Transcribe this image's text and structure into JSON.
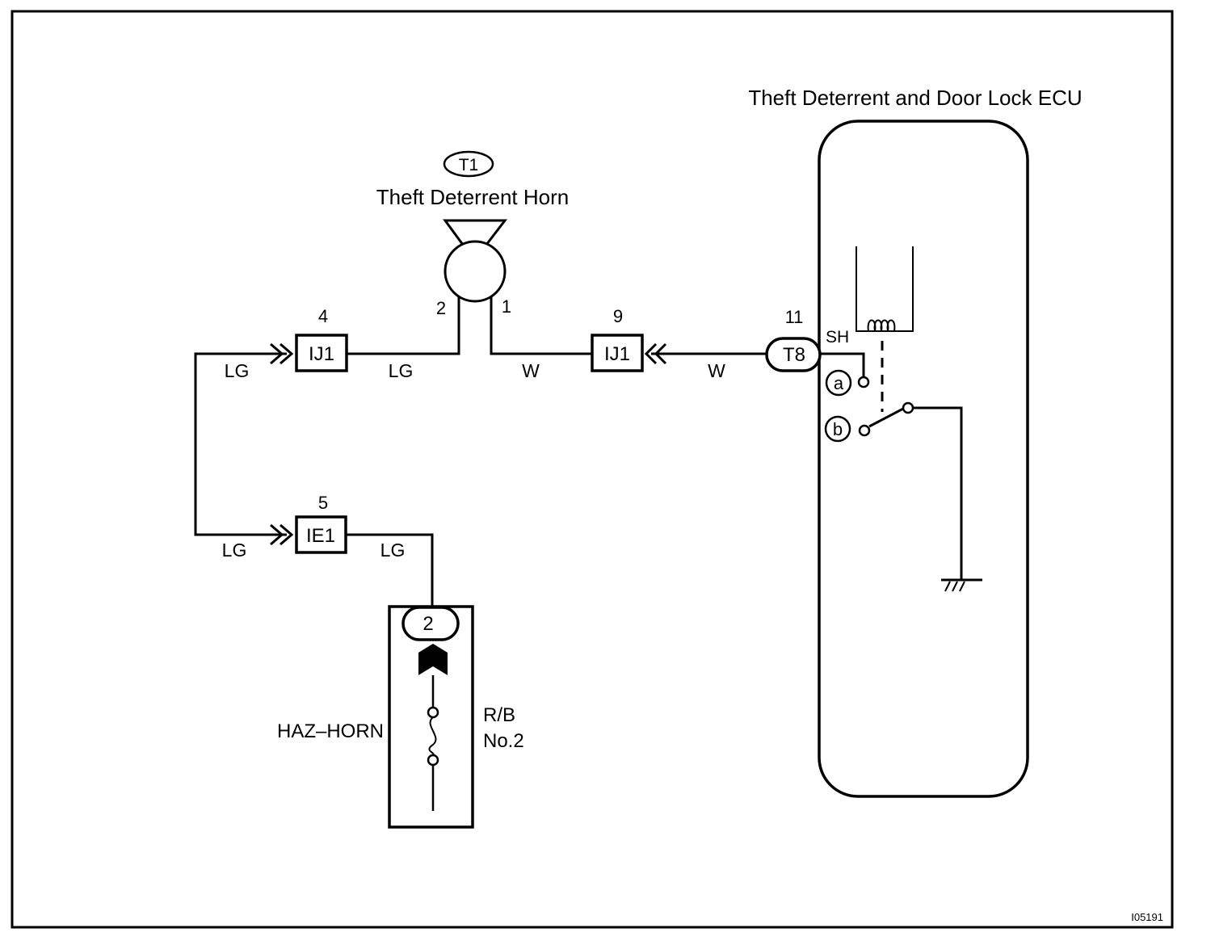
{
  "ecu": {
    "title": "Theft Deterrent and Door Lock ECU",
    "connector": "T8",
    "pin": "11",
    "terminal": "SH",
    "contact_a": "a",
    "contact_b": "b"
  },
  "horn": {
    "code": "T1",
    "title": "Theft Deterrent Horn",
    "pin_left": "2",
    "pin_right": "1"
  },
  "junction_top_left": {
    "code": "IJ1",
    "pin": "4"
  },
  "junction_top_right": {
    "code": "IJ1",
    "pin": "9"
  },
  "junction_bottom": {
    "code": "IE1",
    "pin": "5"
  },
  "relay_block": {
    "pin": "2",
    "fuse": "HAZ–HORN",
    "name_line1": "R/B",
    "name_line2": "No.2"
  },
  "wires": {
    "lg_left_top": "LG",
    "lg_top_mid": "LG",
    "w_mid": "W",
    "w_right": "W",
    "lg_left_bottom": "LG",
    "lg_bottom_mid": "LG"
  },
  "figure_id": "I05191"
}
